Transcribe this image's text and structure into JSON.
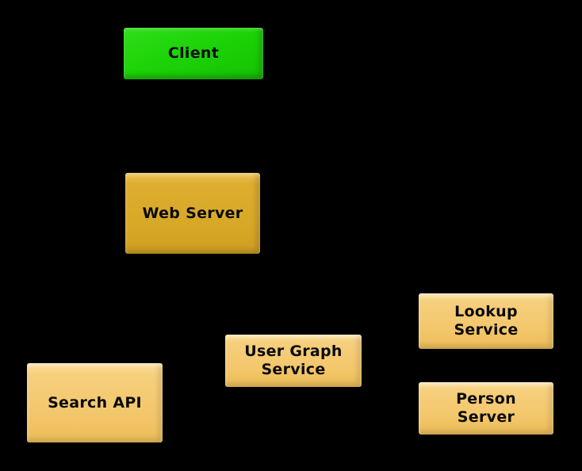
{
  "canvas": {
    "background": "#000000"
  },
  "diagram": {
    "type": "architecture-diagram",
    "nodes": [
      {
        "id": "client",
        "label": "Client",
        "fill": "#1cd407",
        "text_color": "#000000"
      },
      {
        "id": "web-server",
        "label": "Web Server",
        "fill": "#d8a827",
        "text_color": "#000000"
      },
      {
        "id": "search-api",
        "label": "Search API",
        "fill": "#f3c76c",
        "text_color": "#000000"
      },
      {
        "id": "user-graph-service",
        "label": "User Graph\nService",
        "fill": "#f3c76c",
        "text_color": "#000000"
      },
      {
        "id": "lookup-service",
        "label": "Lookup\nService",
        "fill": "#f3c76c",
        "text_color": "#000000"
      },
      {
        "id": "person-server",
        "label": "Person\nServer",
        "fill": "#f3c76c",
        "text_color": "#000000"
      }
    ]
  }
}
